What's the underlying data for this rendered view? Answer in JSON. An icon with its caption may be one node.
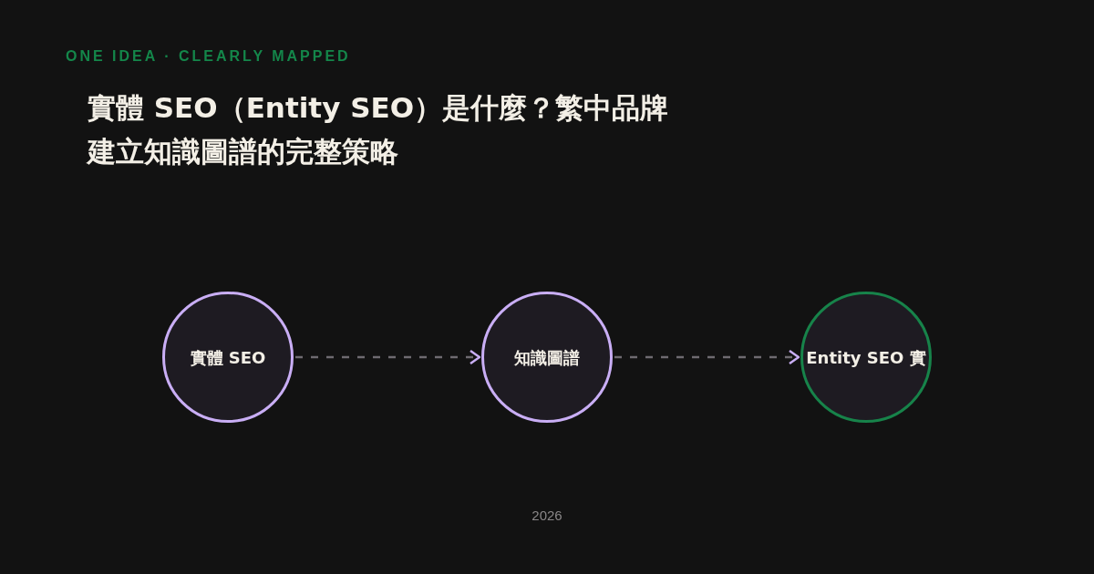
{
  "diagram": {
    "title": "實體 SEO（Entity SEO）是什麼？繁中品牌建立知識圖譜的完整策略",
    "nodes": [
      {
        "text": [
          "實體 SEO"
        ]
      },
      {
        "text": [
          "知識圖譜"
        ]
      },
      {
        "text": [
          "Entity SEO 實"
        ]
      }
    ],
    "edges": [
      {
        "from": 0,
        "to": 1,
        "arrow": "to",
        "style": "dashed"
      },
      {
        "from": 1,
        "to": 2,
        "arrow": "to",
        "style": "dashed"
      }
    ],
    "labels": [
      "ONE IDEA · CLEARLY MAPPED",
      "2026"
    ]
  }
}
